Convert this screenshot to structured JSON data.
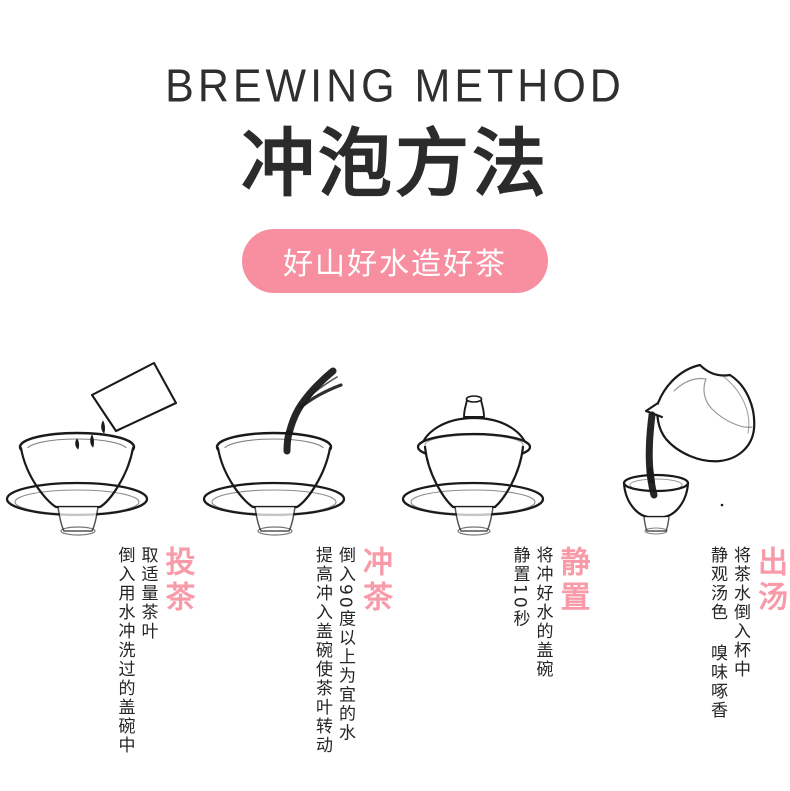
{
  "header": {
    "eyebrow": "BREWING METHOD",
    "title_cn": "冲泡方法",
    "badge": "好山好水造好茶"
  },
  "colors": {
    "pink_badge": "#f78fa0",
    "pink_heading": "#f89aa7",
    "text_dark": "#262626",
    "title_dark": "#2b2b2b",
    "background": "#ffffff"
  },
  "steps": [
    {
      "name": "投茶",
      "icon": "gaiwan-with-tea-leaves-pouring-icon",
      "lines": [
        "取适量茶叶",
        "倒入用水冲洗过的盖碗中"
      ]
    },
    {
      "name": "冲茶",
      "icon": "gaiwan-with-water-stream-icon",
      "lines": [
        "倒入90度以上为宜的水",
        "提高冲入盖碗使茶叶转动"
      ]
    },
    {
      "name": "静置",
      "icon": "covered-gaiwan-icon",
      "lines": [
        "将冲好水的盖碗",
        "静置10秒"
      ]
    },
    {
      "name": "出汤",
      "icon": "pitcher-pouring-into-cup-icon",
      "lines": [
        "将茶水倒入杯中",
        "静观汤色 嗅味啄香"
      ]
    }
  ]
}
